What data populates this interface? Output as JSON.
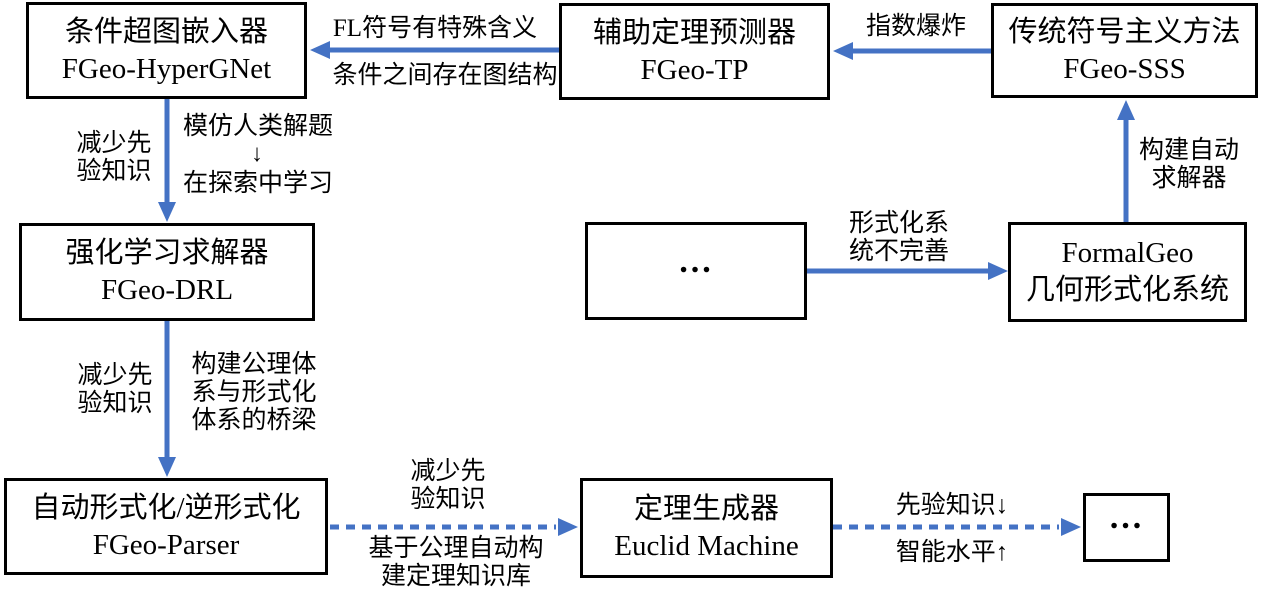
{
  "colors": {
    "arrow_blue": "#4472C4",
    "box_border": "#000000",
    "background": "#FFFFFF"
  },
  "boxes": {
    "hypergnet": {
      "line1": "条件超图嵌入器",
      "line2": "FGeo-HyperGNet"
    },
    "tp": {
      "line1": "辅助定理预测器",
      "line2": "FGeo-TP"
    },
    "sss": {
      "line1": "传统符号主义方法",
      "line2": "FGeo-SSS"
    },
    "dots1": {
      "line1": "…"
    },
    "formalgeo": {
      "line1": "FormalGeo",
      "line2": "几何形式化系统"
    },
    "drl": {
      "line1": "强化学习求解器",
      "line2": "FGeo-DRL"
    },
    "parser": {
      "line1": "自动形式化/逆形式化",
      "line2": "FGeo-Parser"
    },
    "euclid": {
      "line1": "定理生成器",
      "line2": "Euclid Machine"
    },
    "dots2": {
      "line1": "…"
    }
  },
  "labels": {
    "fl_special": "FL符号有特殊含义",
    "graph_structure": "条件之间存在图结构",
    "exp_explosion": "指数爆炸",
    "reduce_prior_1": "减少先\n验知识",
    "imitate_human": "模仿人类解题",
    "down_arrow": "↓",
    "learn_explore": "在探索中学习",
    "build_auto_solver": "构建自动\n求解器",
    "formal_incomplete": "形式化系\n统不完善",
    "reduce_prior_2": "减少先\n验知识",
    "bridge": "构建公理体\n系与形式化\n体系的桥梁",
    "reduce_prior_3": "减少先\n验知识",
    "axiom_kb": "基于公理自动构\n建定理知识库",
    "prior_down": "先验知识↓",
    "intel_up": "智能水平↑"
  }
}
